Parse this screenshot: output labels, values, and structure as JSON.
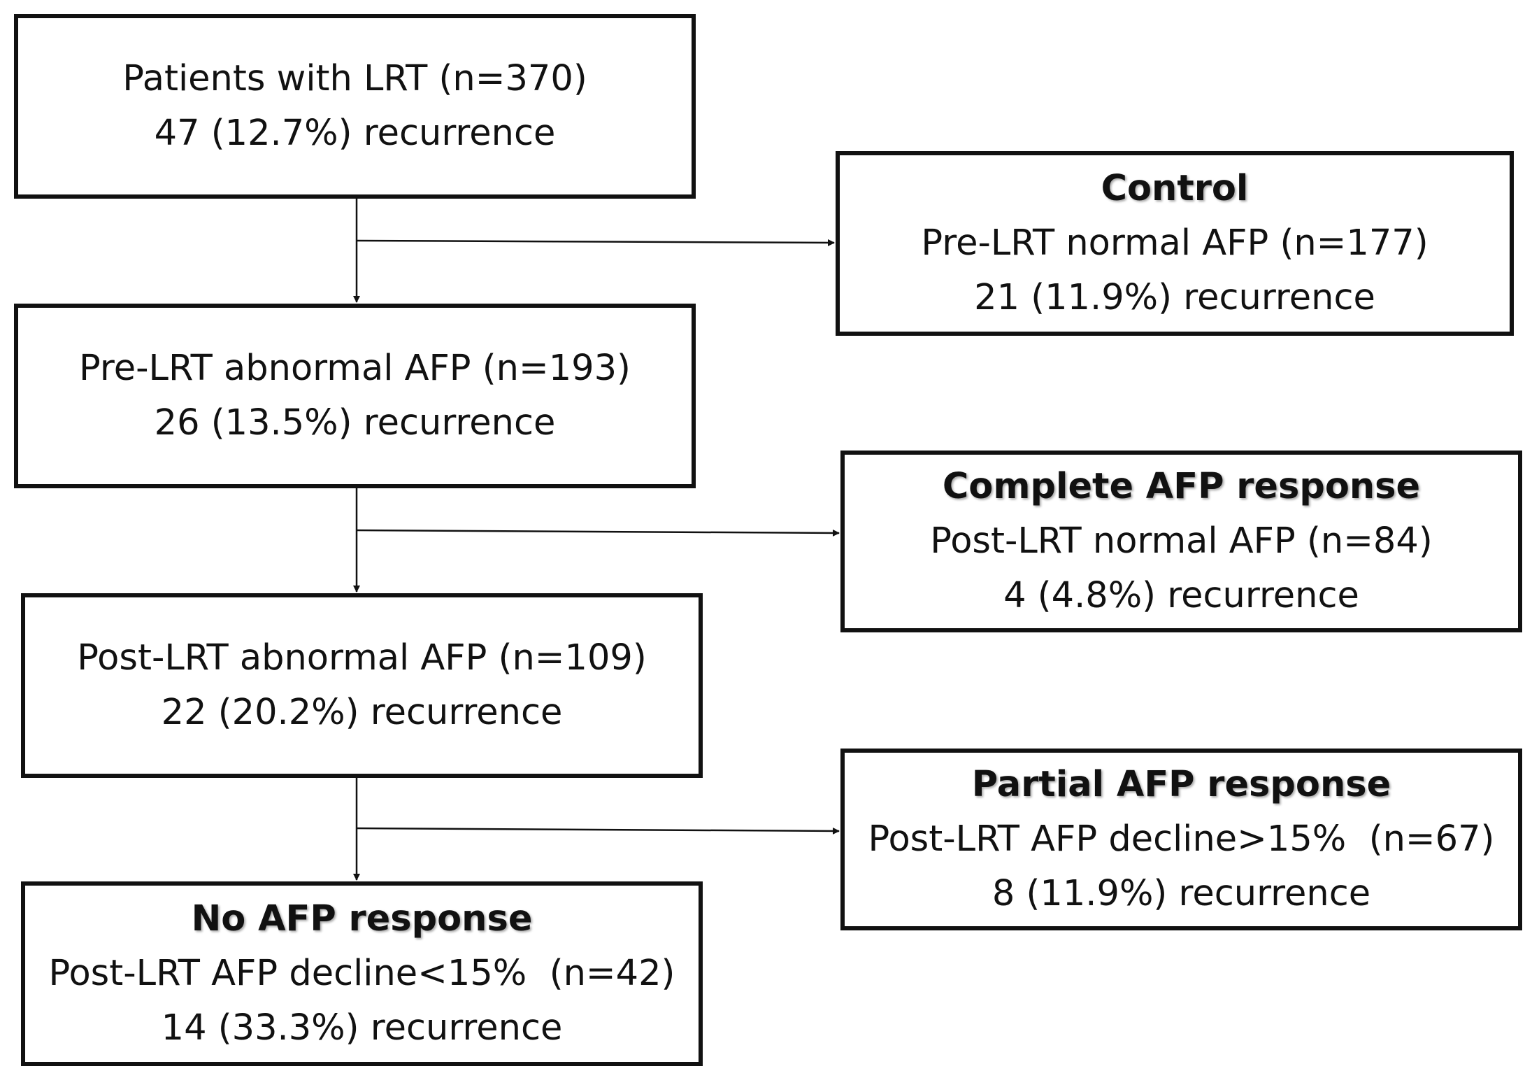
{
  "nodes": {
    "all_patients": {
      "lines": [
        "Patients with LRT (n=370)",
        "47 (12.7%) recurrence"
      ]
    },
    "pre_lrt_abnormal": {
      "lines": [
        "Pre-LRT abnormal AFP (n=193)",
        "26 (13.5%) recurrence"
      ]
    },
    "post_lrt_abnormal": {
      "lines": [
        "Post-LRT abnormal AFP (n=109)",
        "22 (20.2%) recurrence"
      ]
    },
    "no_response": {
      "heading": "No AFP response",
      "lines": [
        "Post-LRT AFP decline<15%  (n=42)",
        "14 (33.3%) recurrence"
      ]
    },
    "control": {
      "heading": "Control",
      "lines": [
        "Pre-LRT normal AFP (n=177)",
        "21 (11.9%) recurrence"
      ]
    },
    "complete_response": {
      "heading": "Complete AFP response",
      "lines": [
        "Post-LRT normal AFP (n=84)",
        "4 (4.8%) recurrence"
      ]
    },
    "partial_response": {
      "heading": "Partial AFP response",
      "lines": [
        "Post-LRT AFP decline>15%  (n=67)",
        "8 (11.9%) recurrence"
      ]
    }
  },
  "edges": [
    {
      "from": "all_patients",
      "to": "pre_lrt_abnormal"
    },
    {
      "from": "all_patients",
      "to": "control"
    },
    {
      "from": "pre_lrt_abnormal",
      "to": "post_lrt_abnormal"
    },
    {
      "from": "pre_lrt_abnormal",
      "to": "complete_response"
    },
    {
      "from": "post_lrt_abnormal",
      "to": "no_response"
    },
    {
      "from": "post_lrt_abnormal",
      "to": "partial_response"
    }
  ],
  "colors": {
    "stroke": "#111111",
    "background": "#ffffff",
    "text": "#111111"
  }
}
